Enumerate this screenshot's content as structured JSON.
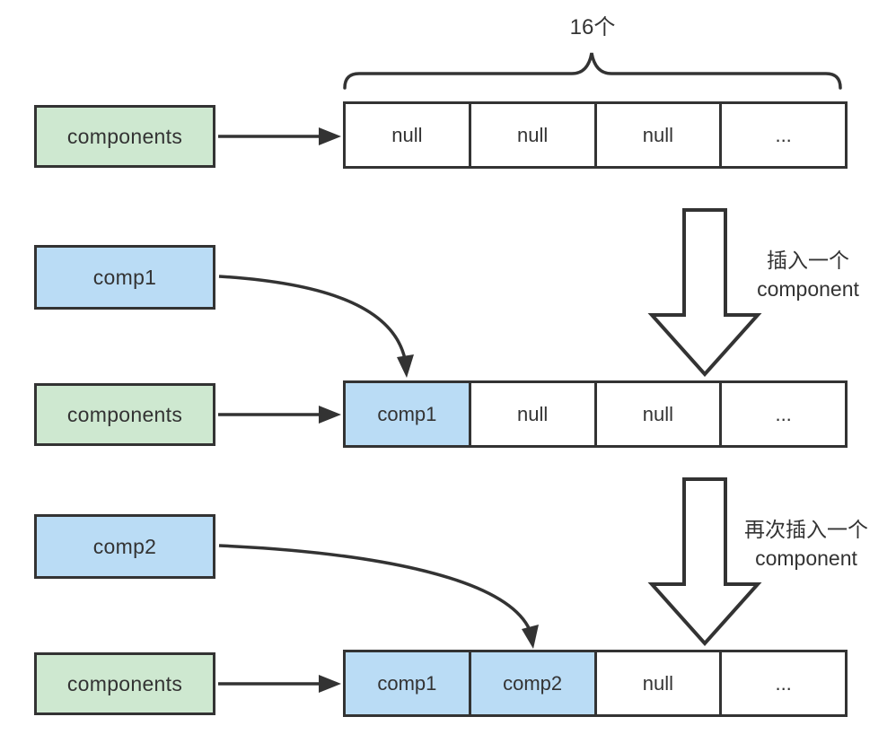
{
  "capacity_label": "16个",
  "colors": {
    "stroke": "#333333",
    "green-fill": "#cee8d0",
    "blue-fill": "#badcf5",
    "cell-fill": "#ffffff",
    "text": "#333333",
    "bg": "#ffffff"
  },
  "pointer_boxes": [
    {
      "label": "components"
    },
    {
      "label": "comp1"
    },
    {
      "label": "components"
    },
    {
      "label": "comp2"
    },
    {
      "label": "components"
    }
  ],
  "arrays": [
    {
      "cells": [
        {
          "value": "null"
        },
        {
          "value": "null"
        },
        {
          "value": "null"
        },
        {
          "value": "..."
        }
      ]
    },
    {
      "cells": [
        {
          "value": "comp1"
        },
        {
          "value": "null"
        },
        {
          "value": "null"
        },
        {
          "value": "..."
        }
      ]
    },
    {
      "cells": [
        {
          "value": "comp1"
        },
        {
          "value": "comp2"
        },
        {
          "value": "null"
        },
        {
          "value": "..."
        }
      ]
    }
  ],
  "step_labels": [
    {
      "line1": "插入一个",
      "line2": "component"
    },
    {
      "line1": "再次插入一个",
      "line2": "component"
    }
  ]
}
